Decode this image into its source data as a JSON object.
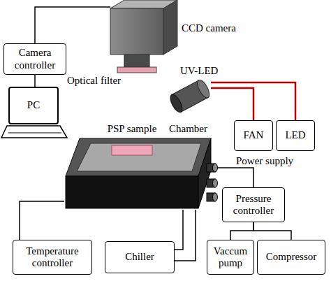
{
  "diagram": {
    "nodes": [
      {
        "text": [
          "CCD camera"
        ]
      },
      {
        "text": [
          "Camera controller"
        ]
      },
      {
        "text": [
          "UV-LED"
        ]
      },
      {
        "text": [
          "PC"
        ]
      },
      {
        "text": [
          "FAN"
        ]
      },
      {
        "text": [
          "LED"
        ]
      },
      {
        "text": [
          "Chamber"
        ]
      },
      {
        "text": [
          "PSP sample"
        ],
        "in": 6
      },
      {
        "text": [
          "Pressure controller"
        ]
      },
      {
        "text": [
          "Temperature controller"
        ]
      },
      {
        "text": [
          "Chiller"
        ]
      },
      {
        "text": [
          "Vaccum pump"
        ]
      },
      {
        "text": [
          "Compressor"
        ]
      }
    ],
    "edges": [
      {
        "from": 1,
        "to": 0,
        "arrow": "none"
      },
      {
        "from": 1,
        "to": 3,
        "arrow": "none"
      },
      {
        "from": 2,
        "to": 4,
        "arrow": "none"
      },
      {
        "from": 2,
        "to": 5,
        "arrow": "none"
      },
      {
        "from": 6,
        "to": 8,
        "arrow": "none"
      },
      {
        "from": 8,
        "to": 11,
        "arrow": "none"
      },
      {
        "from": 8,
        "to": 12,
        "arrow": "none"
      },
      {
        "from": 6,
        "to": 9,
        "arrow": "none"
      },
      {
        "from": 10,
        "to": 6,
        "arrow": "none"
      },
      {
        "from": 10,
        "to": 6,
        "arrow": "none"
      }
    ],
    "labels": [
      "Optical filter",
      "Power supply"
    ]
  }
}
